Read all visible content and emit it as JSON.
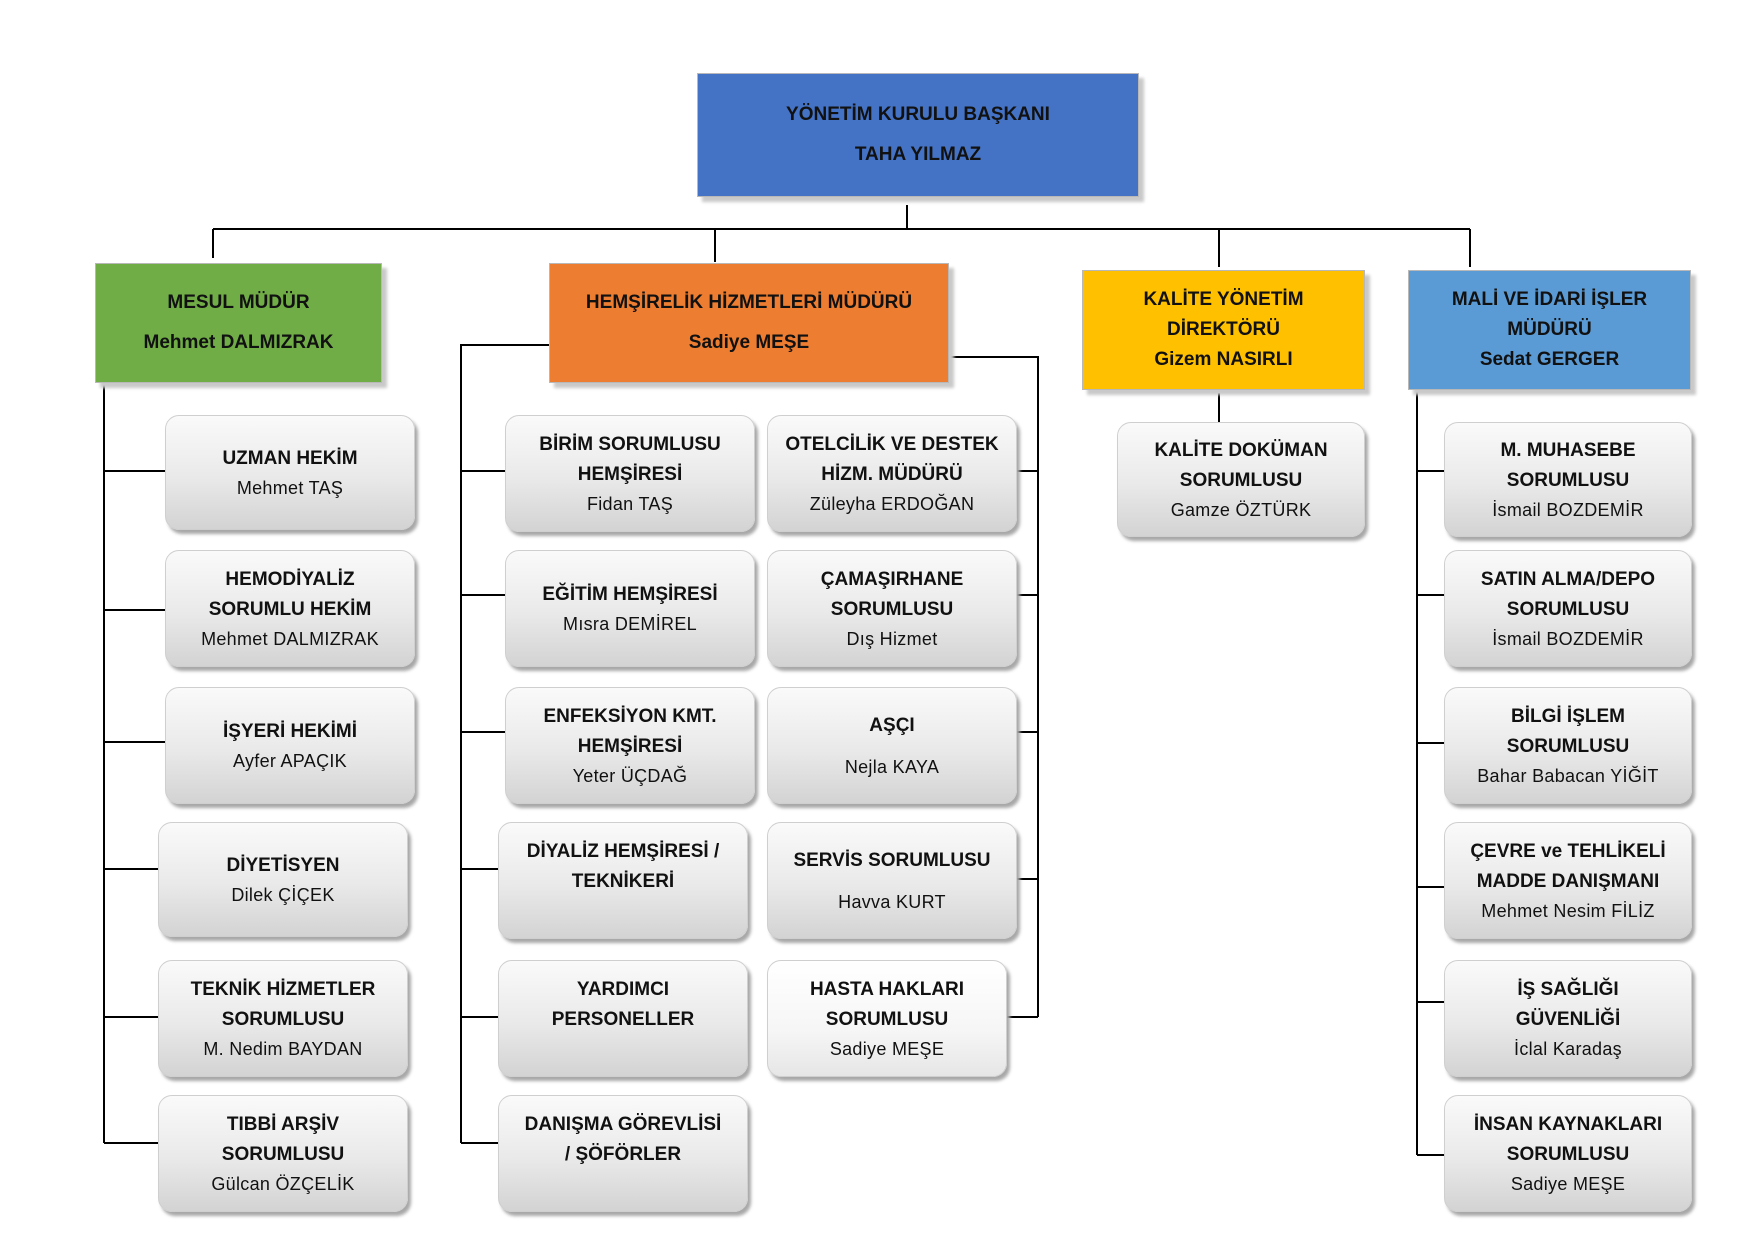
{
  "top": {
    "title": "YÖNETİM KURULU BAŞKANI",
    "name": "TAHA YILMAZ",
    "color": "#4472c4"
  },
  "heads": [
    {
      "title": "MESUL MÜDÜR",
      "name": "Mehmet DALMIZRAK",
      "color": "#70ad47"
    },
    {
      "title": "HEMŞİRELİK HİZMETLERİ MÜDÜRÜ",
      "name": "Sadiye MEŞE",
      "color": "#ed7d31"
    },
    {
      "title": "KALİTE YÖNETİM\nDİREKTÖRÜ",
      "name": "Gizem NASIRLI",
      "color": "#ffc000"
    },
    {
      "title": "MALİ VE İDARİ İŞLER\nMÜDÜRÜ",
      "name": "Sedat GERGER",
      "color": "#5b9bd5"
    }
  ],
  "mesul": [
    {
      "title": "UZMAN HEKİM",
      "name": "Mehmet TAŞ"
    },
    {
      "title": "HEMODİYALİZ\nSORUMLU HEKİM",
      "name": "Mehmet DALMIZRAK"
    },
    {
      "title": "İŞYERİ HEKİMİ",
      "name": "Ayfer APAÇIK"
    },
    {
      "title": "DİYETİSYEN",
      "name": "Dilek ÇİÇEK"
    },
    {
      "title": "TEKNİK HİZMETLER\nSORUMLUSU",
      "name": "M. Nedim BAYDAN"
    },
    {
      "title": "TIBBİ ARŞİV\nSORUMLUSU",
      "name": "Gülcan ÖZÇELİK"
    }
  ],
  "hemsirelik_left": [
    {
      "title": "BİRİM SORUMLUSU\nHEMŞİRESİ",
      "name": "Fidan TAŞ"
    },
    {
      "title": "EĞİTİM HEMŞİRESİ",
      "name": "Mısra DEMİREL"
    },
    {
      "title": "ENFEKSİYON KMT.\nHEMŞİRESİ",
      "name": "Yeter ÜÇDAĞ"
    },
    {
      "title": "DİYALİZ HEMŞİRESİ /\nTEKNİKERİ",
      "name": ""
    },
    {
      "title": "YARDIMCI\nPERSONELLER",
      "name": ""
    },
    {
      "title": "DANIŞMA GÖREVLİSİ\n/ ŞÖFÖRLER",
      "name": ""
    }
  ],
  "hemsirelik_right": [
    {
      "title": "OTELCİLİK VE DESTEK\nHİZM. MÜDÜRÜ",
      "name": "Züleyha ERDOĞAN"
    },
    {
      "title": "ÇAMAŞIRHANE\nSORUMLUSU",
      "name": "Dış Hizmet"
    },
    {
      "title": "AŞÇI",
      "name": "Nejla KAYA"
    },
    {
      "title": "SERVİS SORUMLUSU",
      "name": "Havva KURT"
    },
    {
      "title": "HASTA HAKLARI\nSORUMLUSU",
      "name": "Sadiye MEŞE"
    }
  ],
  "kalite": [
    {
      "title": "KALİTE DOKÜMAN\nSORUMLUSU",
      "name": "Gamze ÖZTÜRK"
    }
  ],
  "mali": [
    {
      "title": "M. MUHASEBE\nSORUMLUSU",
      "name": "İsmail BOZDEMİR"
    },
    {
      "title": "SATIN ALMA/DEPO\nSORUMLUSU",
      "name": "İsmail BOZDEMİR"
    },
    {
      "title": "BİLGİ İŞLEM\nSORUMLUSU",
      "name": "Bahar Babacan YİĞİT"
    },
    {
      "title": "ÇEVRE ve TEHLİKELİ\nMADDE DANIŞMANI",
      "name": "Mehmet Nesim FİLİZ"
    },
    {
      "title": "İŞ SAĞLIĞI\nGÜVENLİĞİ",
      "name": "İclal Karadaş"
    },
    {
      "title": "İNSAN KAYNAKLARI\nSORUMLUSU",
      "name": "Sadiye MEŞE"
    }
  ]
}
